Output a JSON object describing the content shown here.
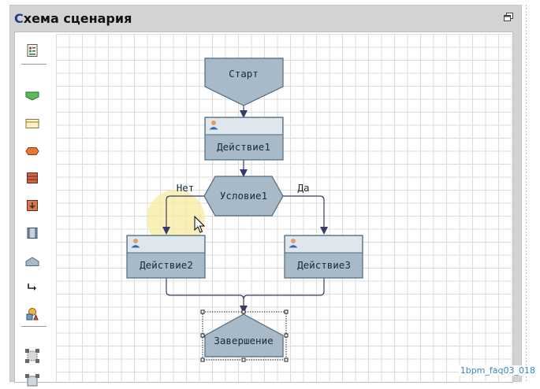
{
  "window": {
    "title_first": "С",
    "title_rest": "хема сценария"
  },
  "diagram": {
    "start_label": "Старт",
    "action1_label": "Действие1",
    "condition_label": "Условие1",
    "action2_label": "Действие2",
    "action3_label": "Действие3",
    "end_label": "Завершение",
    "branch_no": "Нет",
    "branch_yes": "Да"
  },
  "palette": {
    "tools": [
      "properties-icon",
      "start-shape-icon",
      "action-shape-icon",
      "condition-shape-icon",
      "subprocess-shape-icon",
      "import-shape-icon",
      "external-process-icon",
      "end-shape-icon",
      "connector-icon",
      "objects-icon",
      "select-area-icon",
      "select-area-icon-2"
    ]
  },
  "colors": {
    "shape_fill": "#a8b9c7",
    "shape_border": "#4d6a80",
    "header_fill": "#dfe6ec",
    "arrow": "#3a3a6a",
    "highlight": "#f7eba0"
  },
  "watermark": "1bpm_faq03_018"
}
